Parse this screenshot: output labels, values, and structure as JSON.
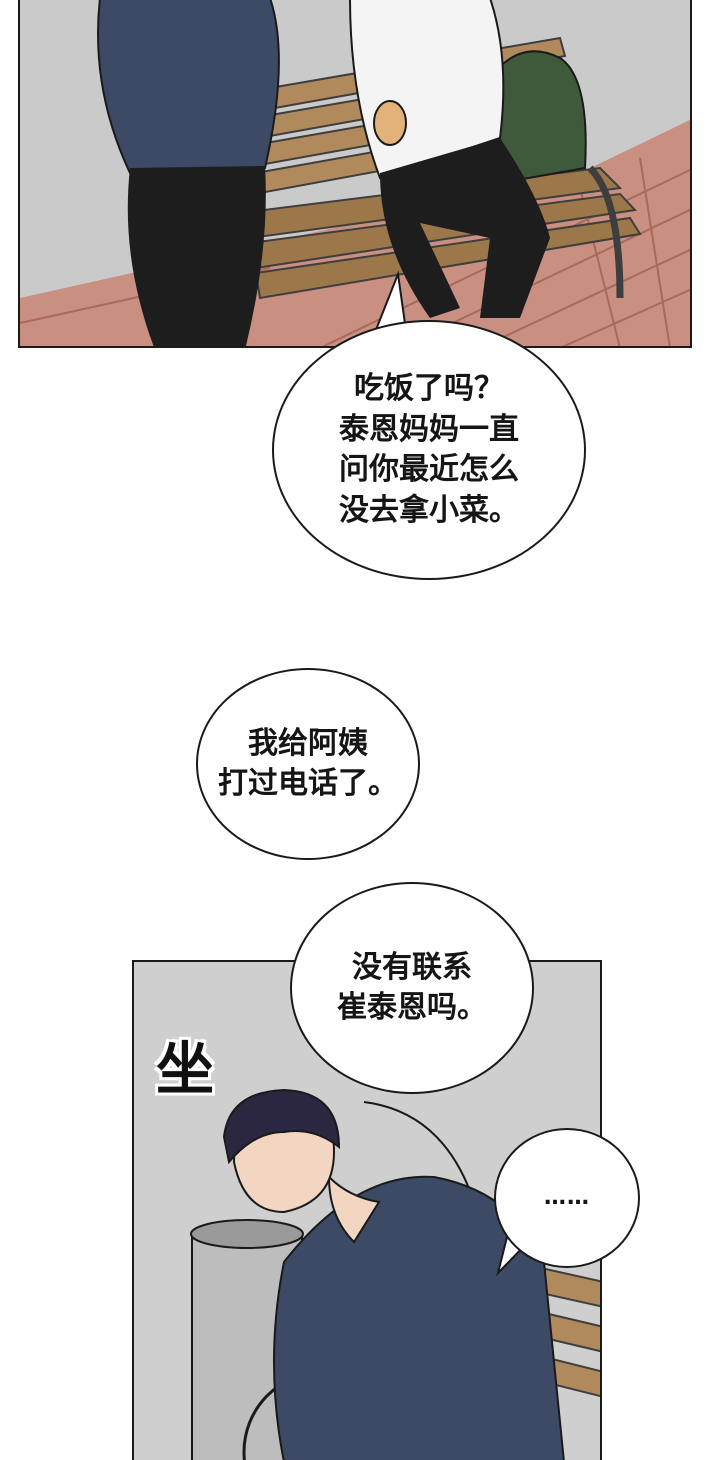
{
  "panels": {
    "top": {
      "scene": "bench-scene"
    },
    "bottom": {
      "scene": "sitting-scene"
    }
  },
  "dialogue": {
    "bubble1": [
      "吃饭了吗？",
      "泰恩妈妈一直",
      "问你最近怎么",
      "没去拿小菜。"
    ],
    "bubble2": [
      "我给阿姨",
      "打过电话了。"
    ],
    "bubble3": [
      "没有联系",
      "崔泰恩吗。"
    ],
    "bubble4": [
      "……"
    ]
  },
  "sfx": {
    "sit": "坐"
  },
  "colors": {
    "bench_wood": "#b08a5c",
    "bench_frame": "#3e3e3e",
    "brick": "#c98f80",
    "wall": "#c9c9c9",
    "shirt_navy": "#3c4a66",
    "pants_black": "#1d1d1d",
    "backpack_green": "#3f5a3b"
  }
}
